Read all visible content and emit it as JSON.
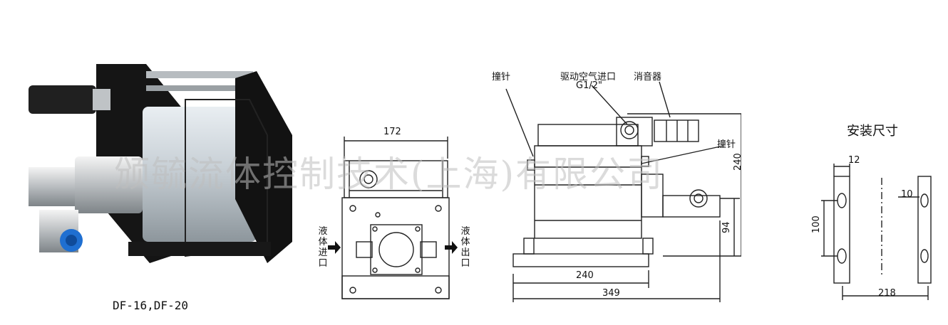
{
  "model_label": "DF-16,DF-20",
  "watermark": "颁毓流体控制技术(上海)有限公司",
  "front_view": {
    "width_dim": "172",
    "inlet_label": "液体进口",
    "outlet_label": "液体出口"
  },
  "side_view": {
    "striker_top_label": "撞针",
    "air_inlet_label": "驱动空气进口",
    "air_inlet_thread": "G1/2\"",
    "muffler_label": "消音器",
    "striker_right_label": "撞针",
    "height_dim": "240",
    "port_height_dim": "94",
    "base_dim": "240",
    "length_dim": "349"
  },
  "mount_view": {
    "title": "安装尺寸",
    "dim_width": "12",
    "dim_hole": "10",
    "dim_spacing": "100",
    "dim_span": "218"
  }
}
